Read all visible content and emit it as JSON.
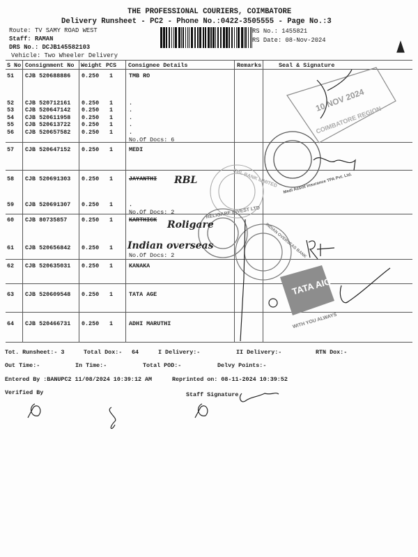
{
  "header": {
    "company": "THE PROFESSIONAL COURIERS, COIMBATORE",
    "subtitle": "Delivery Runsheet - PC2 - Phone No.:0422-3505555 - Page No.:3",
    "route": "Route: TV SAMY ROAD WEST",
    "staff": "Staff: RAMAN",
    "drs_no": "DRS No.: DCJB145582103",
    "vehicle": "Vehicle: Two Wheeler Delivery",
    "rs_no": "RS No.: 1455821",
    "rs_date": "RS Date: 08-Nov-2024"
  },
  "table": {
    "columns": [
      "S No",
      "Consignment No",
      "Weight",
      "PCS",
      "Consignee Details",
      "Remarks",
      "Seal & Signature"
    ],
    "rows": [
      {
        "sno": "51",
        "consignment": "CJB 520688886",
        "weight": "0.250",
        "pcs": "1",
        "details": "TMB RO"
      },
      {
        "sno": "52",
        "consignment": "CJB 520712161",
        "weight": "0.250",
        "pcs": "1",
        "details": "."
      },
      {
        "sno": "53",
        "consignment": "CJB 520647142",
        "weight": "0.250",
        "pcs": "1",
        "details": "."
      },
      {
        "sno": "54",
        "consignment": "CJB 520611958",
        "weight": "0.250",
        "pcs": "1",
        "details": "."
      },
      {
        "sno": "55",
        "consignment": "CJB 520613722",
        "weight": "0.250",
        "pcs": "1",
        "details": "."
      },
      {
        "sno": "56",
        "consignment": "CJB 520657582",
        "weight": "0.250",
        "pcs": "1",
        "details": ".",
        "docs": "No.Of Docs: 6"
      },
      {
        "sno": "57",
        "consignment": "CJB 520647152",
        "weight": "0.250",
        "pcs": "1",
        "details": "MEDI"
      },
      {
        "sno": "58",
        "consignment": "CJB 520691303",
        "weight": "0.250",
        "pcs": "1",
        "details": "JAYANTHI",
        "struck": true,
        "handwritten": "RBL"
      },
      {
        "sno": "59",
        "consignment": "CJB 520691307",
        "weight": "0.250",
        "pcs": "1",
        "details": ".",
        "docs": "No.Of Docs: 2"
      },
      {
        "sno": "60",
        "consignment": "CJB 80735857",
        "weight": "0.250",
        "pcs": "1",
        "details": "KARTHICK",
        "struck": true,
        "handwritten": "Roligare"
      },
      {
        "sno": "61",
        "consignment": "CJB 520656842",
        "weight": "0.250",
        "pcs": "1",
        "details": "",
        "docs": "No.Of Docs: 2",
        "handwritten": "Indian overseas"
      },
      {
        "sno": "62",
        "consignment": "CJB 520635031",
        "weight": "0.250",
        "pcs": "1",
        "details": "KANAKA"
      },
      {
        "sno": "63",
        "consignment": "CJB 520609548",
        "weight": "0.250",
        "pcs": "1",
        "details": "TATA AGE"
      },
      {
        "sno": "64",
        "consignment": "CJB 520466731",
        "weight": "0.250",
        "pcs": "1",
        "details": "ADHI MARUTHI"
      }
    ]
  },
  "footer": {
    "tot_runsheet": "Tot. Runsheet:- 3",
    "total_dox": "Total Dox:-",
    "total_dox_value": "64",
    "i_delivery": "I Delivery:-",
    "ii_delivery": "II Delivery:-",
    "rtn_dox": "RTN Dox:-",
    "out_time": "Out Time:-",
    "in_time": "In Time:-",
    "total_pod": "Total POD:-",
    "delvy_points": "Delvy Points:-",
    "entered_by": "Entered By :BANUPC2 11/08/2024 10:39:12 AM",
    "reprinted_on": "Reprinted on: 08-11-2024 10:39:52",
    "verified_by": "Verified By",
    "staff_signature": "Staff Signature"
  },
  "stamps": {
    "tmb": "COIMBATORE REGION",
    "tmb_date": "10 NOV 2024",
    "medi_assist": "Medi Assist Insurance TPA Pvt. Ltd.",
    "rbl": "RBL BANK LIMITED",
    "religare": "RELIGARE INVEST LTD",
    "iob": "INDIAN OVERSEAS BANK",
    "tata_aig": "TATA AIG",
    "tata_tagline": "WITH YOU ALWAYS"
  },
  "colors": {
    "ink": "#1a1a1a",
    "stamp": "#8a8a8a",
    "line": "#555555"
  }
}
